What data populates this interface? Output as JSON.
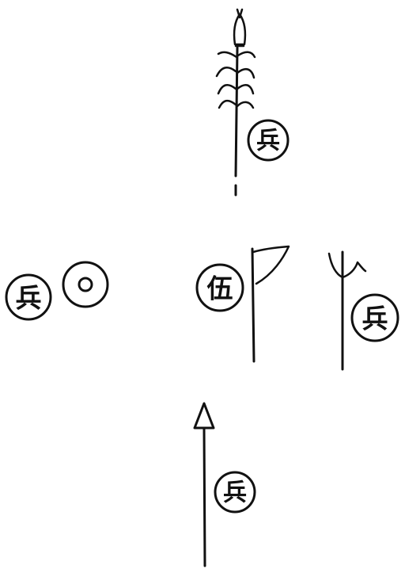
{
  "badges": {
    "soldier_top": "兵",
    "soldier_left": "兵",
    "leader_center": "伍",
    "soldier_right": "兵",
    "soldier_bottom": "兵"
  },
  "weapons": {
    "top": "branched-spear-icon",
    "left": "round-shield-icon",
    "center": "flag-pole-icon",
    "right": "trident-icon",
    "bottom": "arrow-spear-icon"
  },
  "colors": {
    "ink": "#111111",
    "paper": "#ffffff"
  }
}
